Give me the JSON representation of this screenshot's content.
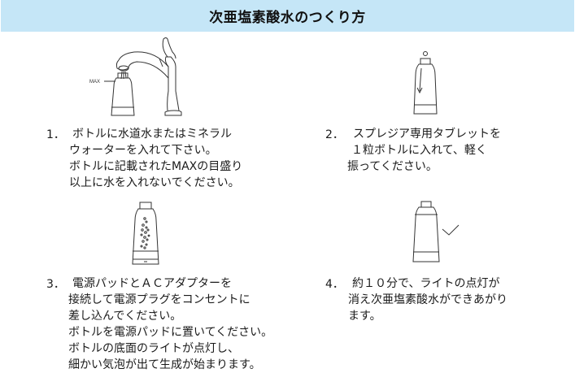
{
  "header": {
    "title": "次亜塩素酸水のつくり方",
    "background_color": "#c5e6f7"
  },
  "steps": [
    {
      "number": "1．",
      "illustration": "faucet-filling-bottle-icon",
      "illustration_label": "MAX",
      "lines": [
        "ボトルに水道水またはミネラル",
        "ウォーターを入れて下さい。",
        "ボトルに記載されたMAXの目盛り",
        "以上に水を入れないでください。"
      ]
    },
    {
      "number": "2．",
      "illustration": "tablet-into-bottle-icon",
      "lines": [
        "スプレジア専用タブレットを",
        "１粒ボトルに入れて、軽く",
        "振ってください。"
      ]
    },
    {
      "number": "3．",
      "illustration": "bottle-on-power-pad-bubbles-icon",
      "lines": [
        "電源パッドとＡＣアダプターを",
        "接続して電源プラグをコンセントに",
        "差し込んでください。",
        "ボトルを電源パッドに置いてください。",
        "ボトルの底面のライトが点灯し、",
        "細かい気泡が出て生成が始まります。"
      ]
    },
    {
      "number": "4．",
      "illustration": "bottle-complete-checkmark-icon",
      "lines": [
        "約１０分で、ライトの点灯が",
        "消え次亜塩素酸水ができあがり",
        "ます。"
      ]
    }
  ]
}
